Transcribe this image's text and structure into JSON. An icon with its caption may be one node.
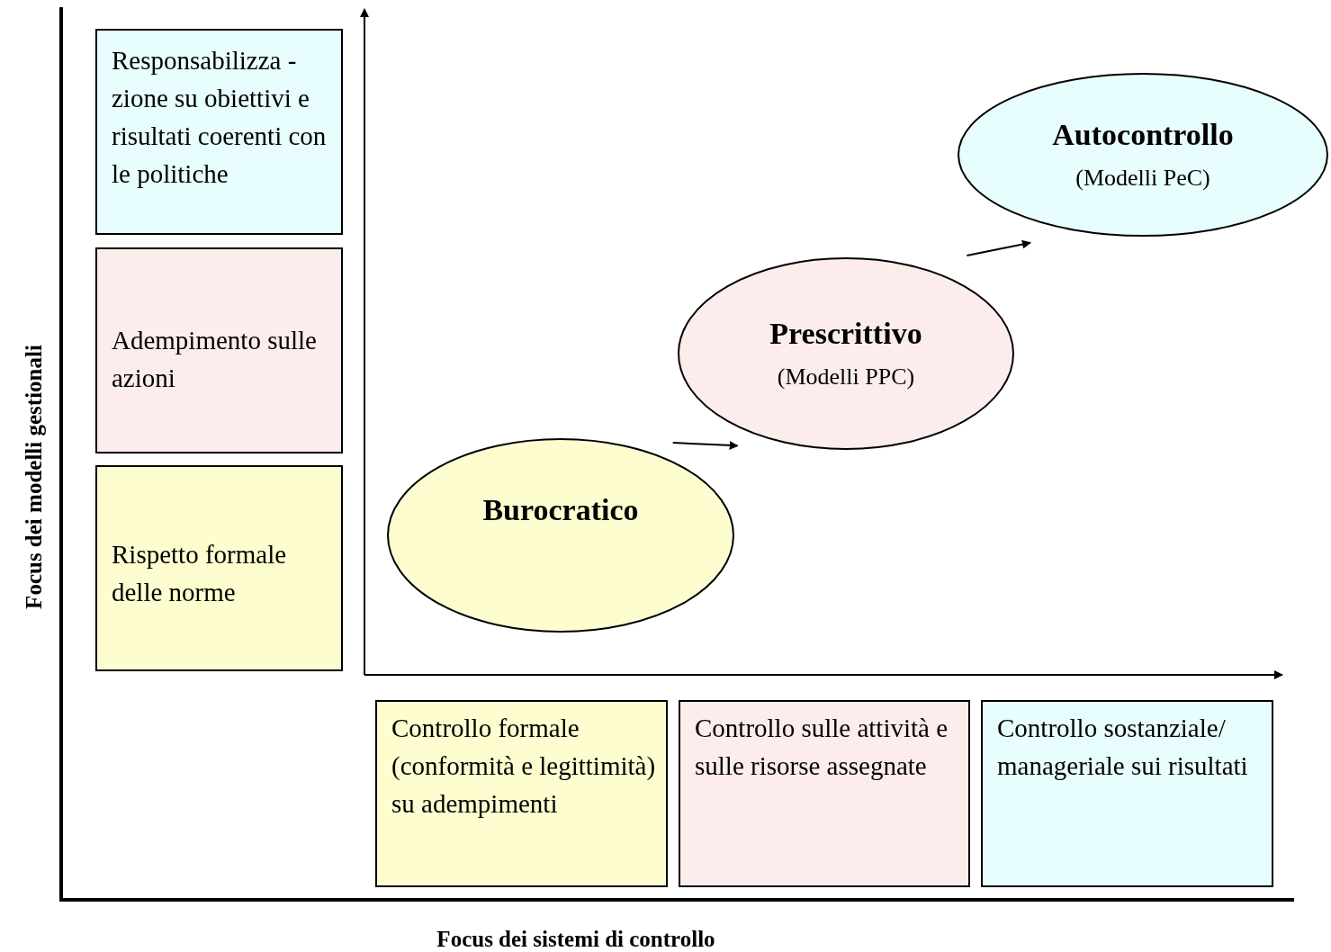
{
  "diagram": {
    "nodes": [
      {
        "text": [
          "Responsabilizza -zione su obiettivi e risultati coerenti con le politiche"
        ]
      },
      {
        "text": [
          "Adempimento sulle azioni"
        ]
      },
      {
        "text": [
          "Rispetto formale delle norme"
        ]
      },
      {
        "text": [
          "Burocratico"
        ]
      },
      {
        "text": [
          "Prescrittivo",
          "(Modelli PPC)"
        ]
      },
      {
        "text": [
          "Autocontrollo",
          "(Modelli PeC)"
        ]
      },
      {
        "text": [
          "Controllo formale (conformità e legittimità) su adempimenti"
        ]
      },
      {
        "text": [
          "Controllo sulle attività e sulle risorse assegnate"
        ]
      },
      {
        "text": [
          "Controllo sostanziale/ manageriale sui risultati"
        ]
      }
    ],
    "edges": [
      {
        "from": 3,
        "to": 4,
        "arrow": "to"
      },
      {
        "from": 4,
        "to": 5,
        "arrow": "to"
      }
    ],
    "labels": [
      "Focus dei modelli gestionali",
      "Focus dei sistemi di controllo"
    ]
  }
}
